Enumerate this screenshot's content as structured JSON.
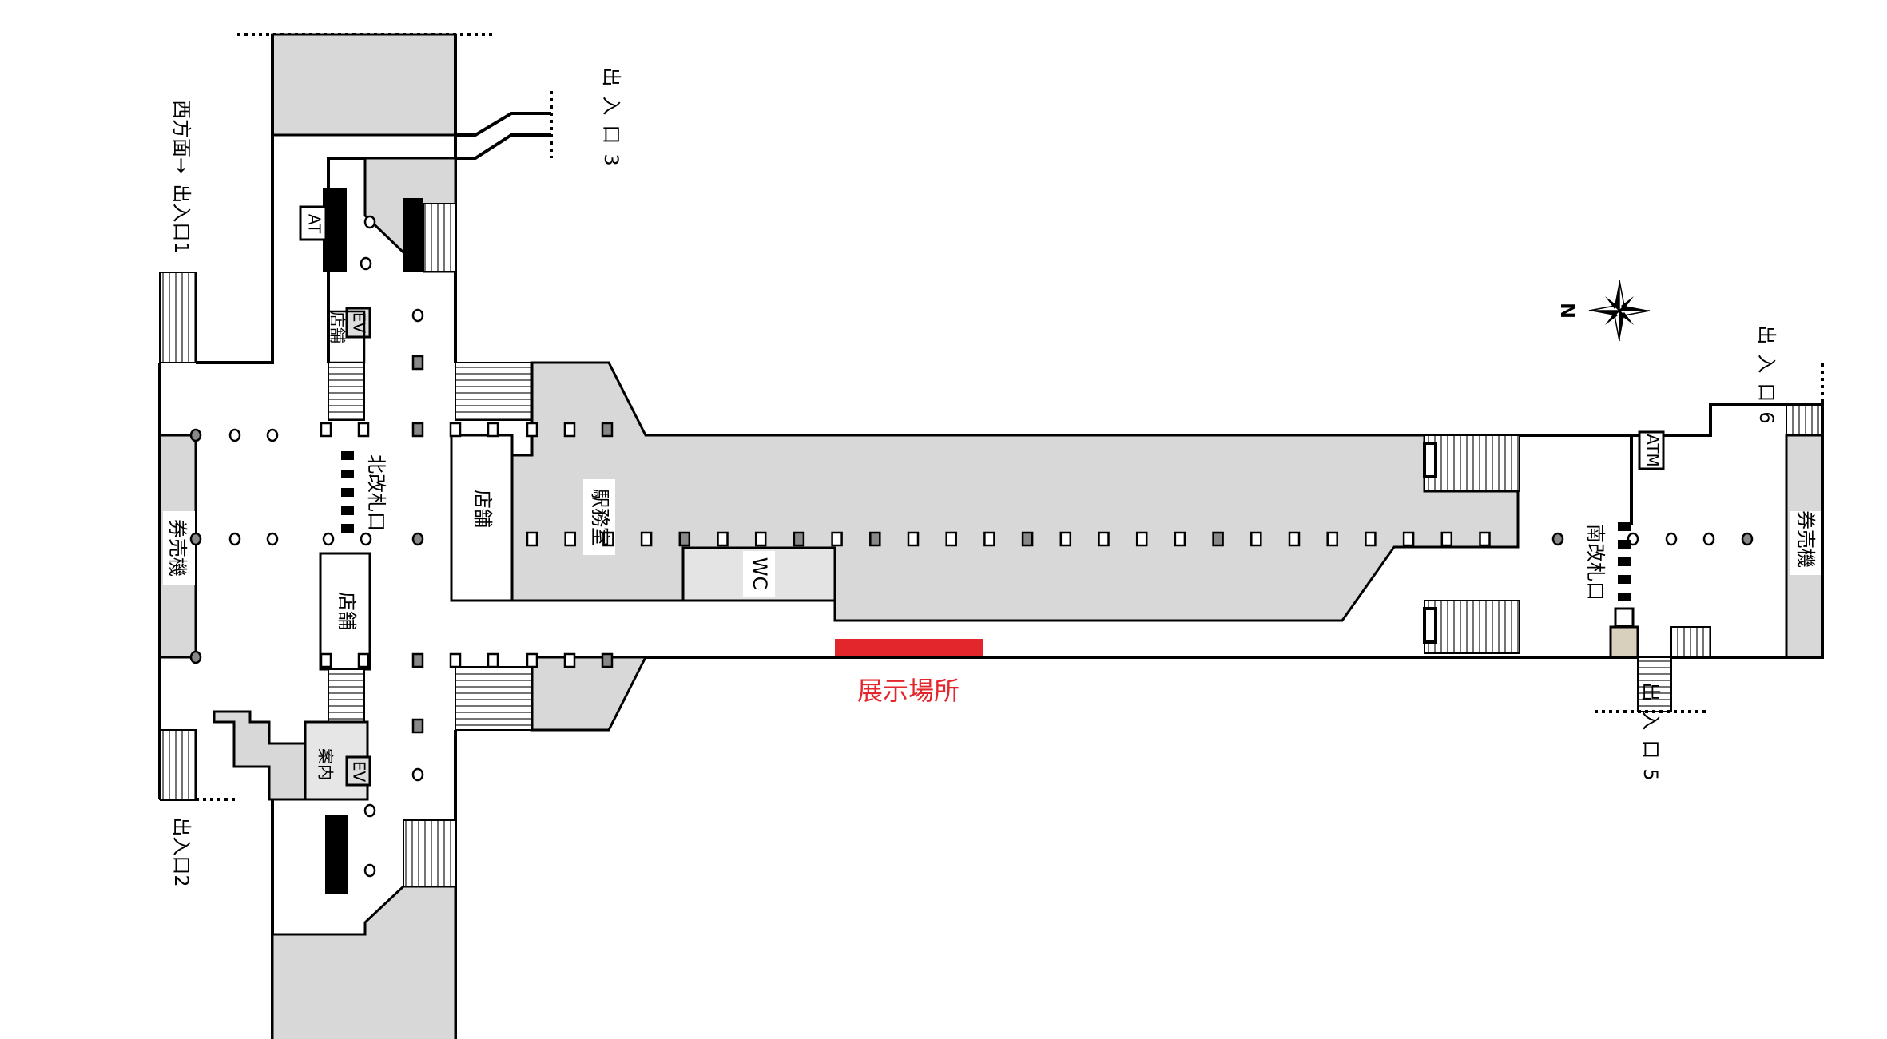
{
  "map": {
    "exits": {
      "exit1": "出入口1",
      "exit2": "出入口2",
      "exit3": "出入口3",
      "exit5": "出入口5",
      "exit6": "出入口6"
    },
    "direction_west": "西方面→",
    "ticket_machines_left": "券売機",
    "ticket_machines_right": "券売機",
    "north_gate": "北改札口",
    "south_gate": "南改札口",
    "shop_small": "店舗",
    "shop_center": "店舗",
    "shop_corridor": "店舗",
    "station_office": "駅務室",
    "wc": "WC",
    "at": "AT",
    "ev_north": "EV",
    "ev_south": "EV",
    "info": "案内",
    "atm": "ATM",
    "compass_north": "N",
    "exhibit_location": "展示場所",
    "exhibit_color": "#e3262b"
  }
}
